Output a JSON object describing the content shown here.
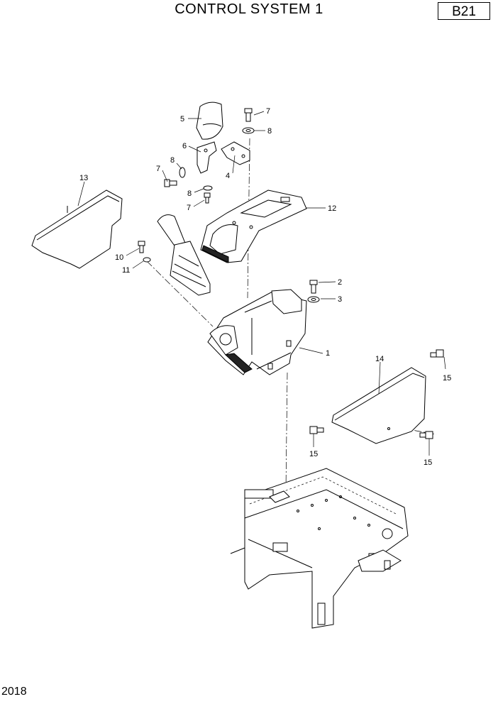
{
  "header": {
    "title": "CONTROL SYSTEM 1",
    "page_code": "B21"
  },
  "footer": {
    "year": "2018"
  },
  "callouts": [
    "1",
    "2",
    "3",
    "4",
    "5",
    "6",
    "7",
    "7",
    "7",
    "8",
    "8",
    "8",
    "10",
    "11",
    "12",
    "13",
    "14",
    "15",
    "15",
    "15"
  ]
}
